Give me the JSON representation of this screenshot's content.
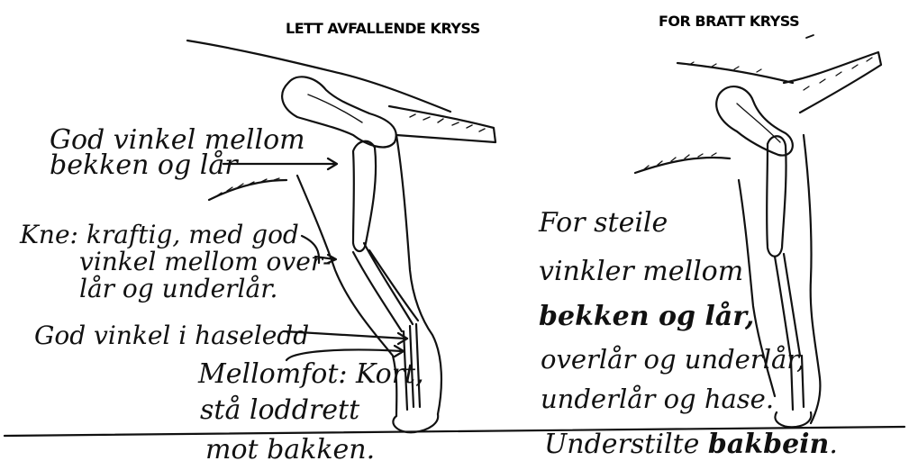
{
  "left_panel": {
    "title": "LETT AVFALLENDE KRYSS",
    "labels": {
      "angle_pelvis_line1": "God vinkel mellom",
      "angle_pelvis_line2": "bekken og lår",
      "knee_line1": "Kne: kraftig, med god",
      "knee_line2": "vinkel mellom over-",
      "knee_line3": "lår og underlår.",
      "hock": "God vinkel i haseledd",
      "metatarsus_line1": "Mellomfot: Kort,",
      "metatarsus_line2": "stå loddrett",
      "metatarsus_line3": "mot bakken."
    }
  },
  "right_panel": {
    "title": "FOR BRATT KRYSS",
    "labels": {
      "line1": "For steile",
      "line2": "vinkler mellom",
      "line3": "bekken og lår,",
      "line4": "overlår og underlår,",
      "line5": "underlår og hase.",
      "line6a": "Understilte ",
      "line6b": "bakbein",
      "line6c": "."
    }
  },
  "colors": {
    "ink": "#111111",
    "background": "#ffffff"
  }
}
